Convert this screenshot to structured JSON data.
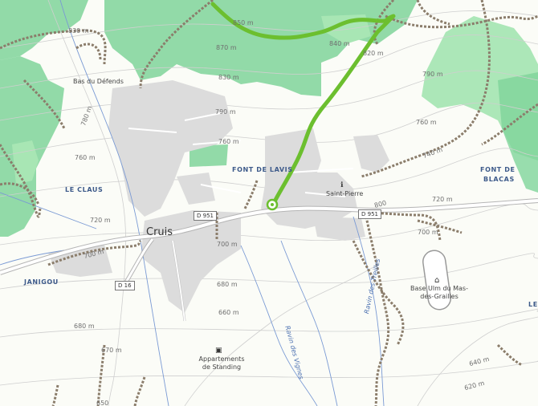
{
  "map": {
    "colors": {
      "background": "#fbfcf7",
      "forest": "#7fd49a",
      "forest_light": "#a8e6b4",
      "built_area": "#dcdcdc",
      "road": "#ffffff",
      "road_casing": "#b5b5b5",
      "track": "#8b7d6b",
      "contour": "#c9c9c9",
      "stream": "#5d82c4",
      "route": "#6cbf2f"
    },
    "route": {
      "end_marker": "route-end-circle"
    },
    "towns": [
      {
        "name": "Cruis"
      }
    ],
    "localities": [
      {
        "name": "FONT DE LAVIS"
      },
      {
        "name": "LE CLAUS"
      },
      {
        "name": "JANIGOU"
      },
      {
        "name": "FONT DE"
      },
      {
        "name": "BLACAS"
      },
      {
        "name": "LE"
      }
    ],
    "pois": [
      {
        "name": "Bas du Défends"
      },
      {
        "name": "Saint-Pierre",
        "icon": "info-icon"
      },
      {
        "name_line1": "Base Ulm du Mas-",
        "name_line2": "des-Grailles",
        "icon": "airfield-icon"
      },
      {
        "name_line1": "Appartements",
        "name_line2": "de Standing",
        "icon": "bed-icon"
      }
    ],
    "roads": [
      {
        "ref": "D 951"
      },
      {
        "ref": "D 951"
      },
      {
        "ref": "D 16"
      }
    ],
    "streams": [
      {
        "name": "Ravin des Vignes"
      },
      {
        "name": "Ravin des Treilles"
      }
    ],
    "contours": [
      "830 m",
      "870 m",
      "850 m",
      "840 m",
      "820 m",
      "790 m",
      "830 m",
      "780 m",
      "790 m",
      "760 m",
      "760 m",
      "760 m",
      "740 m",
      "720 m",
      "720 m",
      "700 m",
      "700 m",
      "700 m",
      "680 m",
      "660 m",
      "680 m",
      "670 m",
      "650",
      "640 m",
      "620 m",
      "800"
    ]
  }
}
